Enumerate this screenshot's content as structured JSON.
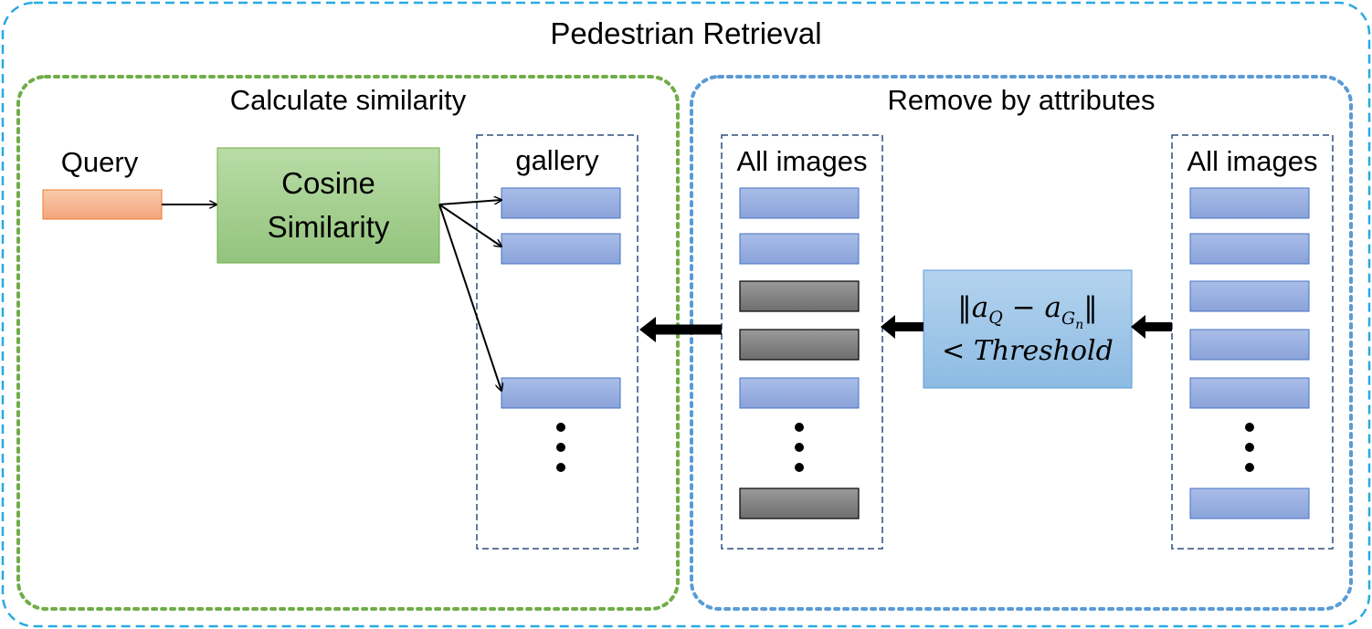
{
  "title": "Pedestrian Retrieval",
  "left_panel": {
    "title": "Calculate similarity",
    "query_label": "Query",
    "cosine_line1": "Cosine",
    "cosine_line2": "Similarity",
    "gallery_label": "gallery"
  },
  "right_panel": {
    "title": "Remove by attributes",
    "filtered_label": "All images",
    "all_label": "All images"
  },
  "formula": {
    "norm_open": "‖",
    "a": "a",
    "q_sub": "Q",
    "minus": "−",
    "g_sub": "G",
    "n_sub": "n",
    "norm_close": "‖",
    "comparator": "<",
    "threshold": "Threshold"
  },
  "colors": {
    "outer_border": "#29aae1",
    "left_border": "#70ad47",
    "right_border": "#5b9bd5",
    "column_border": "#2f4f7f",
    "query_fill": "#f4b183",
    "cosine_fill": "#a9d18e",
    "item_fill": "#8faadc",
    "removed_fill": "#7f7f7f",
    "formula_fill": "#9dc3e6"
  }
}
